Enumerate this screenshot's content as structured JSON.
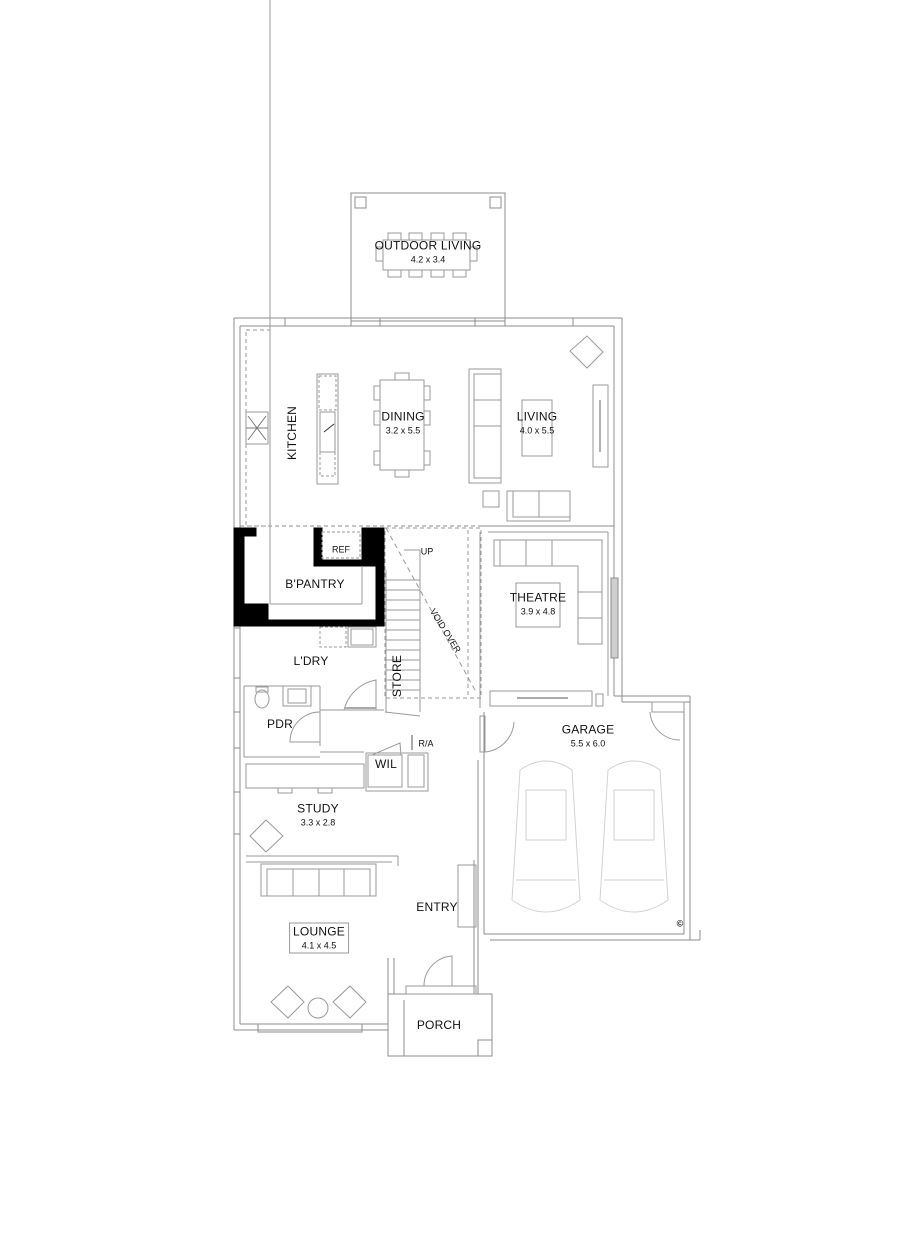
{
  "plan": {
    "type": "ground floor plan",
    "colors": {
      "wall": "#8c8c8c",
      "furniture": "#9a9a9a",
      "car": "#d2d2d2",
      "solid_wall": "#000000",
      "text": "#111111"
    },
    "rooms": {
      "outdoor_living": {
        "name": "OUTDOOR LIVING",
        "size": "4.2 x 3.4"
      },
      "kitchen": {
        "name": "KITCHEN"
      },
      "dining": {
        "name": "DINING",
        "size": "3.2 x 5.5"
      },
      "living": {
        "name": "LIVING",
        "size": "4.0 x 5.5"
      },
      "bpantry": {
        "name": "B'PANTRY"
      },
      "ref": {
        "name": "REF"
      },
      "theatre": {
        "name": "THEATRE",
        "size": "3.9 x 4.8"
      },
      "ldry": {
        "name": "L'DRY"
      },
      "store": {
        "name": "STORE"
      },
      "pdr": {
        "name": "PDR"
      },
      "wil": {
        "name": "WIL"
      },
      "garage": {
        "name": "GARAGE",
        "size": "5.5 x 6.0"
      },
      "study": {
        "name": "STUDY",
        "size": "3.3 x 2.8"
      },
      "entry": {
        "name": "ENTRY"
      },
      "lounge": {
        "name": "LOUNGE",
        "size": "4.1 x 4.5"
      },
      "porch": {
        "name": "PORCH"
      }
    },
    "annotations": {
      "stairs_up": "UP",
      "void_over": "VOID OVER",
      "return_air": "R/A",
      "copyright": "©"
    }
  }
}
